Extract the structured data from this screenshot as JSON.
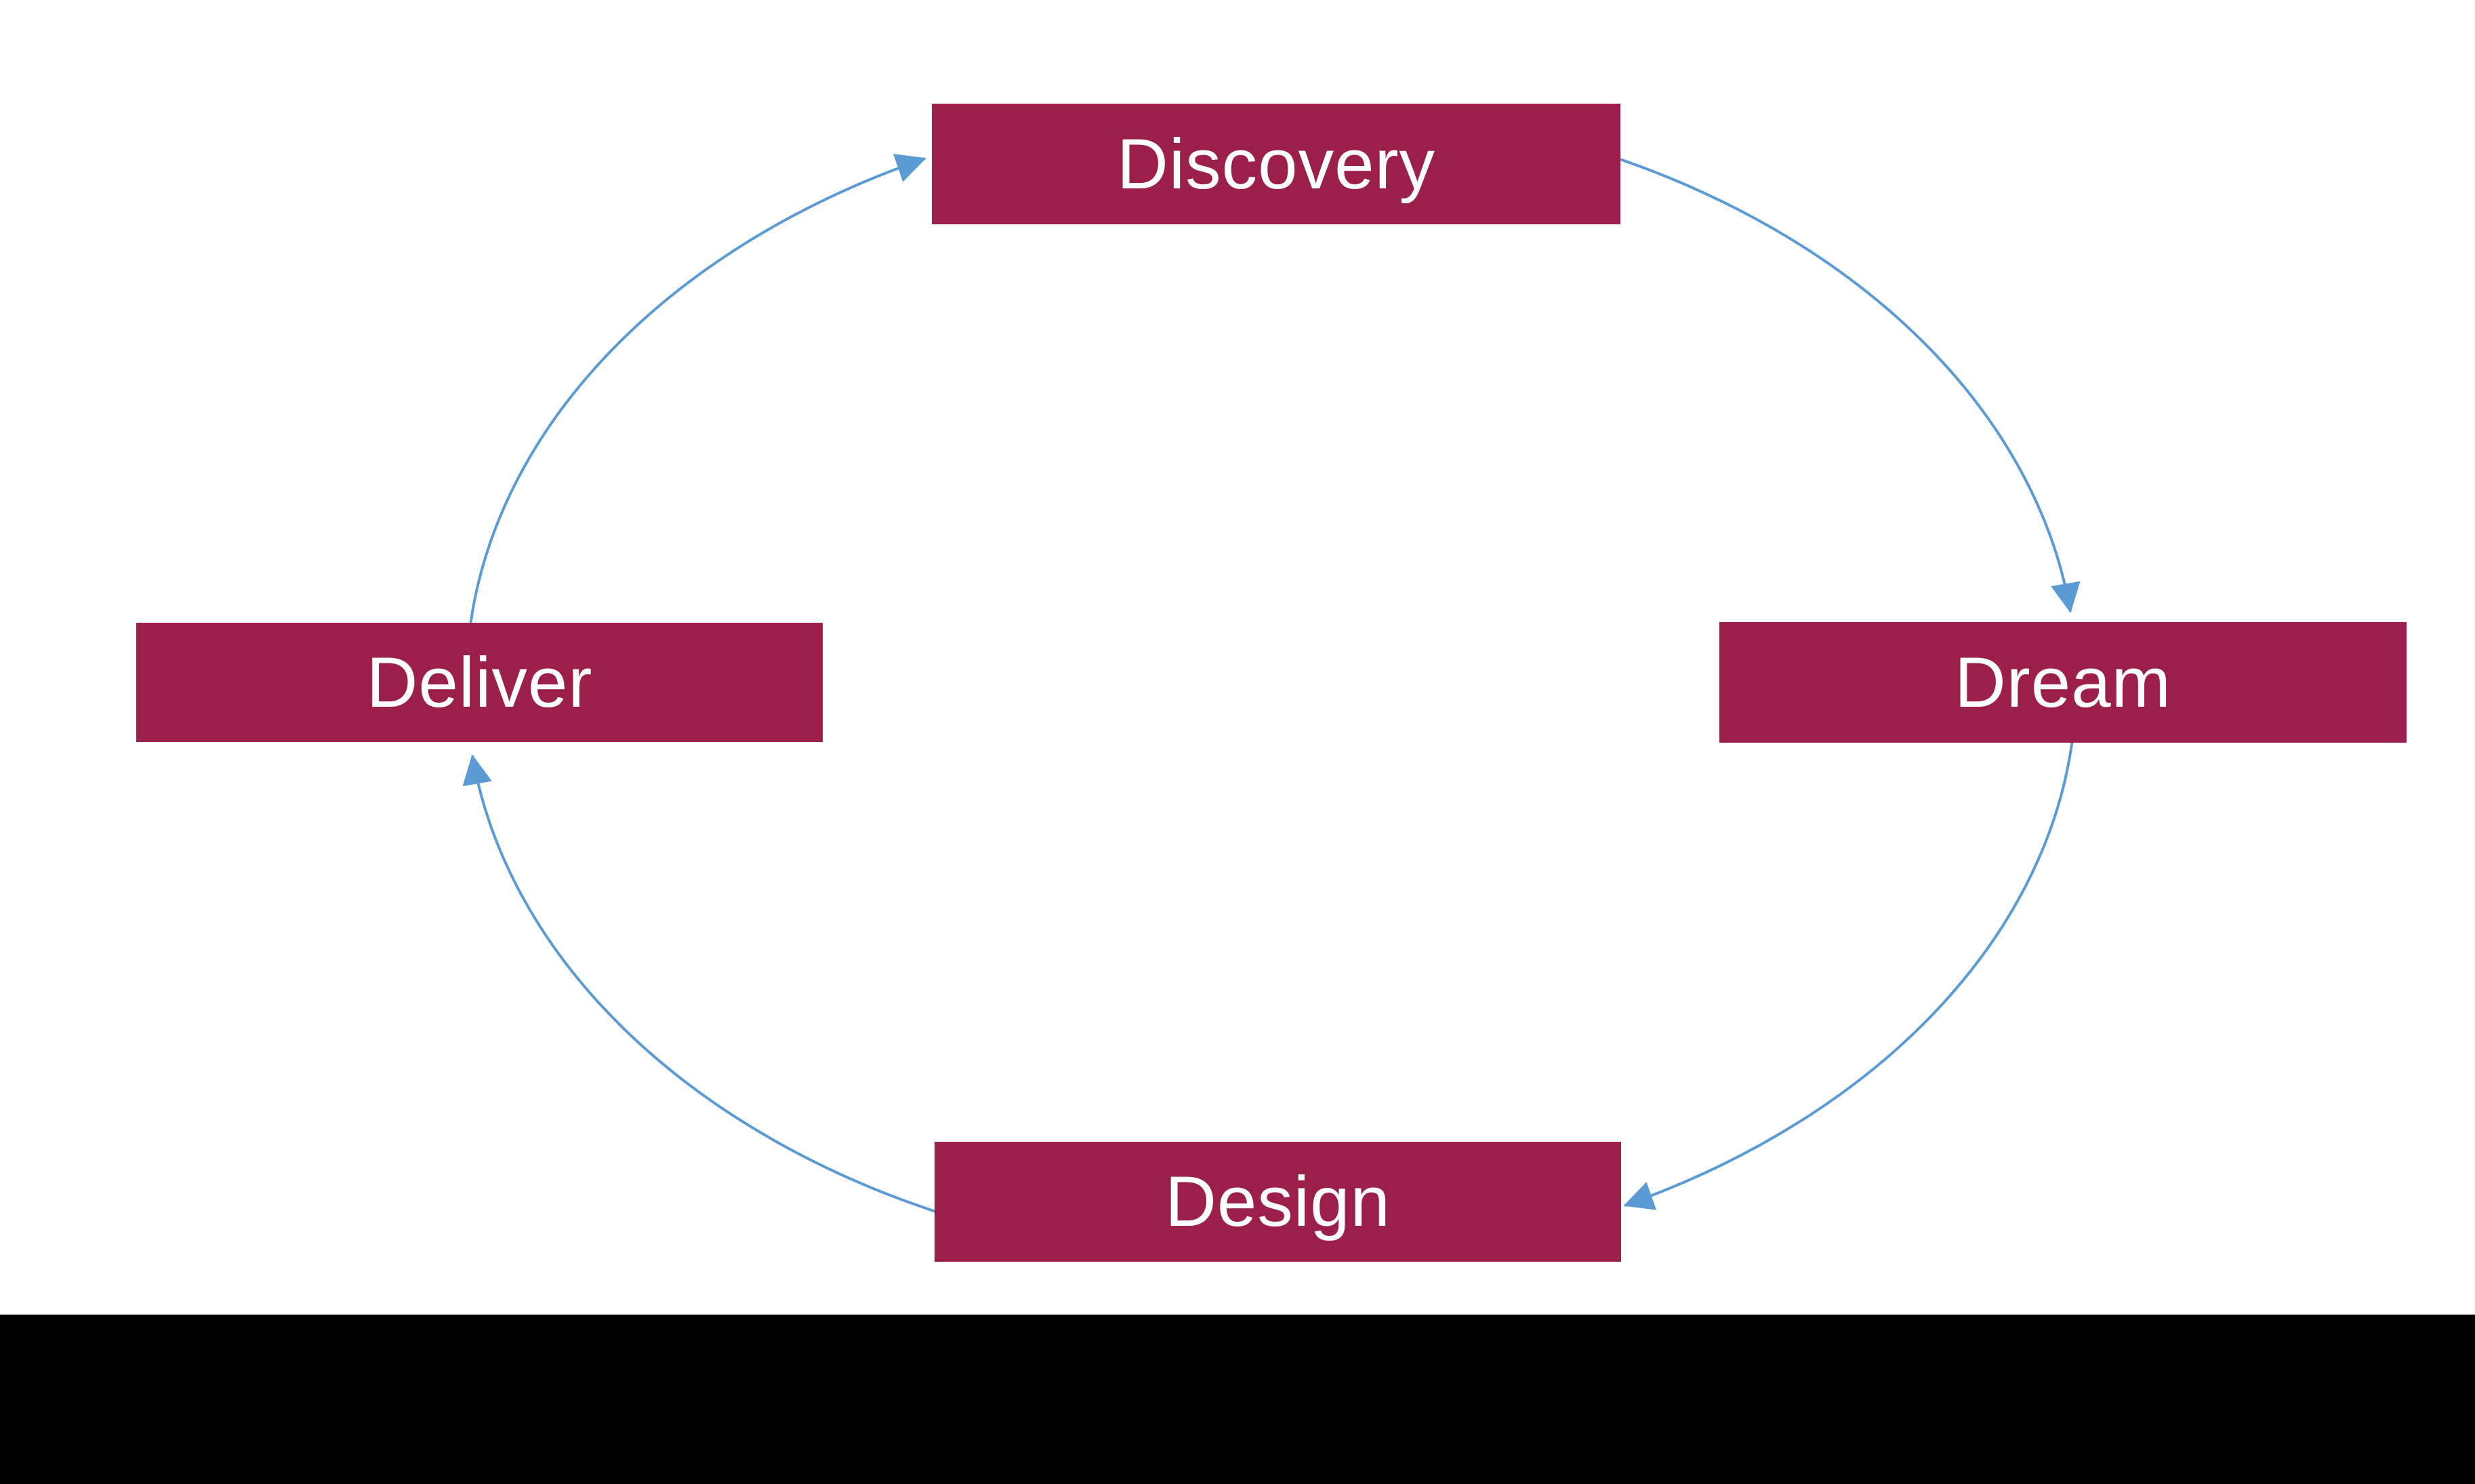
{
  "diagram": {
    "type": "cycle",
    "nodes": [
      {
        "id": "discovery",
        "label": "Discovery"
      },
      {
        "id": "dream",
        "label": "Dream"
      },
      {
        "id": "design",
        "label": "Design"
      },
      {
        "id": "deliver",
        "label": "Deliver"
      }
    ],
    "edges": [
      {
        "from": "Discovery",
        "to": "Dream"
      },
      {
        "from": "Dream",
        "to": "Design"
      },
      {
        "from": "Design",
        "to": "Deliver"
      },
      {
        "from": "Deliver",
        "to": "Discovery"
      }
    ],
    "colors": {
      "node_fill": "#9C1F4B",
      "node_text": "#FFFFFF",
      "arrow": "#5B9BD5",
      "background": "#FFFFFF",
      "footer_bar": "#000000"
    }
  }
}
